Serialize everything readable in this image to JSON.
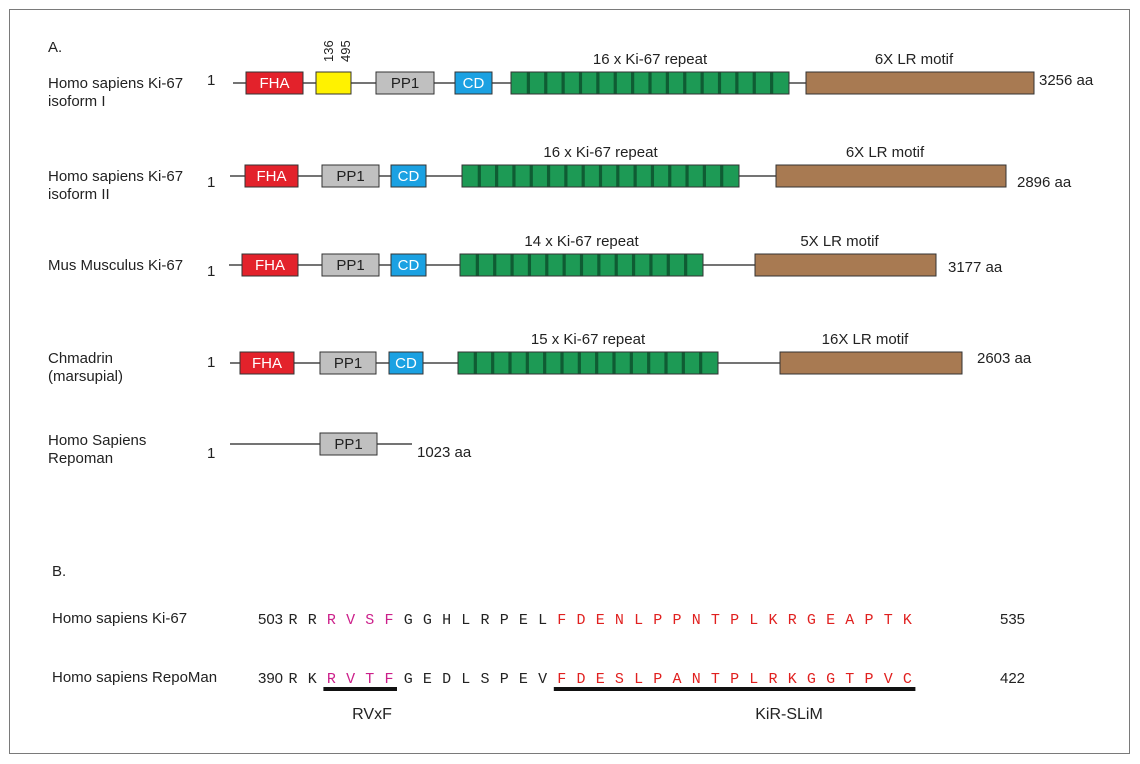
{
  "panel_a": {
    "label": "A.",
    "proteins": [
      {
        "id": "ki67-i",
        "name": "Homo sapiens Ki-67\nisoform I",
        "start": "1",
        "end": "3256 aa",
        "domains": [
          {
            "kind": "FHA",
            "label": "FHA",
            "color": "#e3222b"
          },
          {
            "kind": "yellow",
            "label": "",
            "color": "#fff200",
            "marks": [
              "136",
              "495"
            ]
          },
          {
            "kind": "PP1",
            "label": "PP1",
            "color": "#c0c0c0"
          },
          {
            "kind": "CD",
            "label": "CD",
            "color": "#1ba1e2"
          },
          {
            "kind": "repeat",
            "label": "16 x Ki-67 repeat",
            "count": 16,
            "color": "#1d9a55"
          },
          {
            "kind": "LR",
            "label": "6X LR motif",
            "color": "#a87a52"
          }
        ]
      },
      {
        "id": "ki67-ii",
        "name": "Homo sapiens Ki-67\nisoform II",
        "start": "1",
        "end": "2896 aa",
        "domains": [
          {
            "kind": "FHA",
            "label": "FHA",
            "color": "#e3222b"
          },
          {
            "kind": "PP1",
            "label": "PP1",
            "color": "#c0c0c0"
          },
          {
            "kind": "CD",
            "label": "CD",
            "color": "#1ba1e2"
          },
          {
            "kind": "repeat",
            "label": "16 x Ki-67 repeat",
            "count": 16,
            "color": "#1d9a55"
          },
          {
            "kind": "LR",
            "label": "6X LR motif",
            "color": "#a87a52"
          }
        ]
      },
      {
        "id": "mus",
        "name": "Mus Musculus Ki-67",
        "start": "1",
        "end": "3177 aa",
        "domains": [
          {
            "kind": "FHA",
            "label": "FHA",
            "color": "#e3222b"
          },
          {
            "kind": "PP1",
            "label": "PP1",
            "color": "#c0c0c0"
          },
          {
            "kind": "CD",
            "label": "CD",
            "color": "#1ba1e2"
          },
          {
            "kind": "repeat",
            "label": "14 x  Ki-67 repeat",
            "count": 14,
            "color": "#1d9a55"
          },
          {
            "kind": "LR",
            "label": "5X LR motif",
            "color": "#a87a52"
          }
        ]
      },
      {
        "id": "chmadrin",
        "name": "Chmadrin\n(marsupial)",
        "start": "1",
        "end": "2603 aa",
        "domains": [
          {
            "kind": "FHA",
            "label": "FHA",
            "color": "#e3222b"
          },
          {
            "kind": "PP1",
            "label": "PP1",
            "color": "#c0c0c0"
          },
          {
            "kind": "CD",
            "label": "CD",
            "color": "#1ba1e2"
          },
          {
            "kind": "repeat",
            "label": "15 x  Ki-67 repeat",
            "count": 15,
            "color": "#1d9a55"
          },
          {
            "kind": "LR",
            "label": "16X LR motif",
            "color": "#a87a52"
          }
        ]
      },
      {
        "id": "repoman",
        "name": "Homo Sapiens\nRepoman",
        "start": "1",
        "end": "1023 aa",
        "domains": [
          {
            "kind": "PP1",
            "label": "PP1",
            "color": "#c0c0c0"
          }
        ]
      }
    ]
  },
  "panel_b": {
    "label": "B.",
    "motif_color": "#cc1f8a",
    "kir_color": "#e0201f",
    "plain_color": "#222222",
    "rows": [
      {
        "name": "Homo sapiens Ki-67",
        "start": "503",
        "end": "535",
        "prefix": [
          "R",
          "R"
        ],
        "motif": [
          "R",
          "V",
          "S",
          "F"
        ],
        "linker": [
          "G",
          "G",
          "H",
          "L",
          "R",
          "P",
          "E",
          "L"
        ],
        "kir": [
          "F",
          "D",
          "E",
          "N",
          "L",
          "P",
          "P",
          "N",
          "T",
          "P",
          "L",
          "K",
          "R",
          "G",
          "E",
          "A",
          "P",
          "T",
          "K"
        ]
      },
      {
        "name": "Homo sapiens RepoMan",
        "start": "390",
        "end": "422",
        "prefix": [
          "R",
          "K"
        ],
        "motif": [
          "R",
          "V",
          "T",
          "F"
        ],
        "linker": [
          "G",
          "E",
          "D",
          "L",
          "S",
          "P",
          "E",
          "V"
        ],
        "kir": [
          "F",
          "D",
          "E",
          "S",
          "L",
          "P",
          "A",
          "N",
          "T",
          "P",
          "L",
          "R",
          "K",
          "G",
          "G",
          "T",
          "P",
          "V",
          "C"
        ]
      }
    ],
    "underlines": [
      {
        "label": "RVxF"
      },
      {
        "label": "KiR-SLiM"
      }
    ]
  }
}
